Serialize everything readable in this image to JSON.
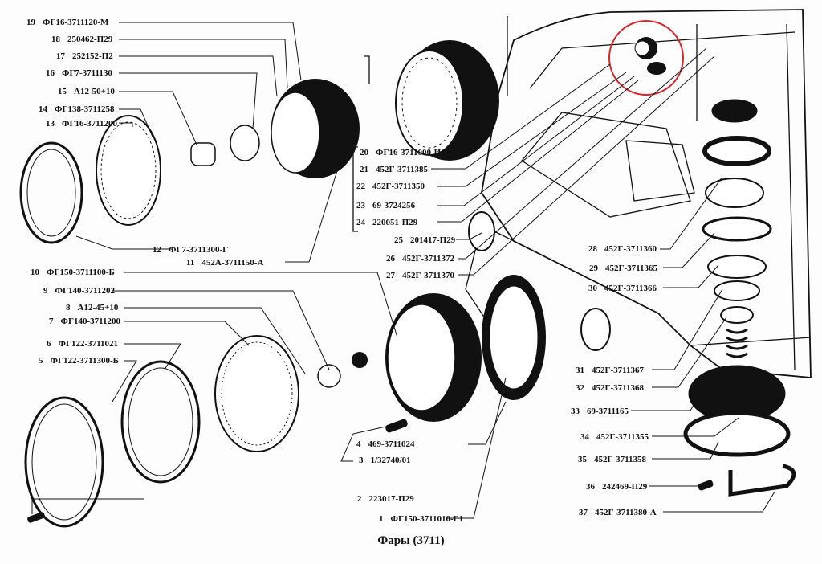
{
  "title": "Фары (3711)",
  "highlight_color": "#d9262c",
  "parts": [
    {
      "num": "1",
      "code": "ФГ150-3711010-Г1"
    },
    {
      "num": "2",
      "code": "223017-П29"
    },
    {
      "num": "3",
      "code": "1/32740/01"
    },
    {
      "num": "4",
      "code": "469-3711024"
    },
    {
      "num": "5",
      "code": "ФГ122-3711300-Б"
    },
    {
      "num": "6",
      "code": "ФГ122-3711021"
    },
    {
      "num": "7",
      "code": "ФГ140-3711200"
    },
    {
      "num": "8",
      "code": "А12-45+10"
    },
    {
      "num": "9",
      "code": "ФГ140-3711202"
    },
    {
      "num": "10",
      "code": "ФГ150-3711100-Б"
    },
    {
      "num": "11",
      "code": "452А-3711150-А"
    },
    {
      "num": "12",
      "code": "ФГ7-3711300-Г"
    },
    {
      "num": "13",
      "code": "ФГ16-3711200"
    },
    {
      "num": "14",
      "code": "ФГ138-3711258"
    },
    {
      "num": "15",
      "code": "А12-50+10"
    },
    {
      "num": "16",
      "code": "ФГ7-3711130"
    },
    {
      "num": "17",
      "code": "252152-П2"
    },
    {
      "num": "18",
      "code": "250462-П29"
    },
    {
      "num": "19",
      "code": "ФГ16-3711120-М"
    },
    {
      "num": "20",
      "code": "ФГ16-3711000-И"
    },
    {
      "num": "21",
      "code": "452Г-3711385"
    },
    {
      "num": "22",
      "code": "452Г-3711350"
    },
    {
      "num": "23",
      "code": "69-3724256"
    },
    {
      "num": "24",
      "code": "220051-П29"
    },
    {
      "num": "25",
      "code": "201417-П29"
    },
    {
      "num": "26",
      "code": "452Г-3711372"
    },
    {
      "num": "27",
      "code": "452Г-3711370"
    },
    {
      "num": "28",
      "code": "452Г-3711360"
    },
    {
      "num": "29",
      "code": "452Г-3711365"
    },
    {
      "num": "30",
      "code": "452Г-3711366"
    },
    {
      "num": "31",
      "code": "452Г-3711367"
    },
    {
      "num": "32",
      "code": "452Г-3711368"
    },
    {
      "num": "33",
      "code": "69-3711165"
    },
    {
      "num": "34",
      "code": "452Г-3711355"
    },
    {
      "num": "35",
      "code": "452Г-3711358"
    },
    {
      "num": "36",
      "code": "242469-П29"
    },
    {
      "num": "37",
      "code": "452Г-3711380-А"
    }
  ]
}
